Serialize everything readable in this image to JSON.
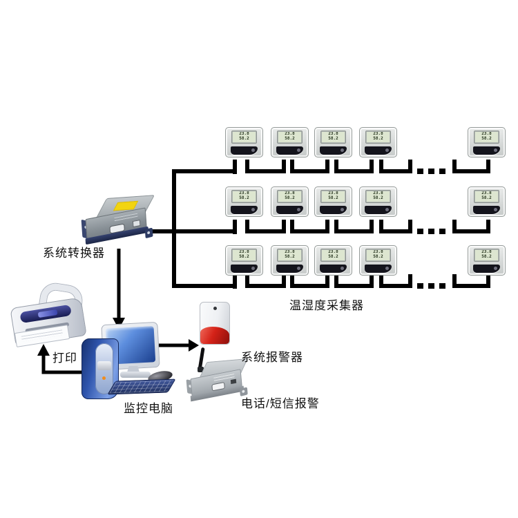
{
  "labels": {
    "system_converter": "系统转换器",
    "print": "打印",
    "monitoring_computer": "监控电脑",
    "temp_humidity_collector": "温湿度采集器",
    "system_alarm": "系统报警器",
    "phone_sms_alarm": "电话/短信报警"
  },
  "sensor_display": {
    "line1": "23.8",
    "line2": "58.2"
  },
  "diagram": {
    "rows": 3,
    "sensors_visible_per_row": 5,
    "continuation_mark": "...",
    "total_sensors_shown": 15
  },
  "colors": {
    "background": "#ffffff",
    "wire": "#000000",
    "converter_label_yellow": "#f2d411",
    "siren_red": "#d42218",
    "lcd_green": "#dde6d0",
    "pc_blue": "#2f55ad"
  }
}
